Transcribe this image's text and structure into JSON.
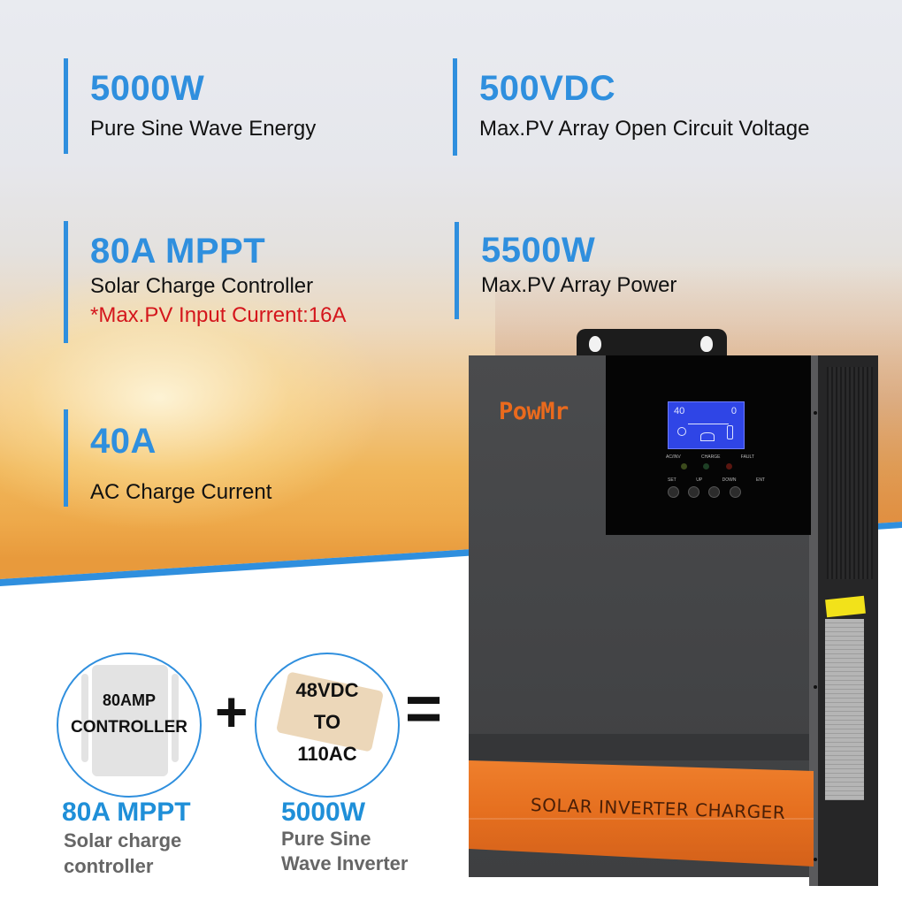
{
  "specs": [
    {
      "value": "5000W",
      "label": "Pure Sine Wave Energy"
    },
    {
      "value": "500VDC",
      "label": "Max.PV Array Open Circuit Voltage"
    },
    {
      "value": "80A MPPT",
      "label": "Solar Charge Controller",
      "note": "*Max.PV Input Current:16A"
    },
    {
      "value": "5500W",
      "label": "Max.PV Array Power"
    },
    {
      "value": "40A",
      "label": "AC Charge Current"
    }
  ],
  "combo": {
    "controller": {
      "circle_line1": "80AMP",
      "circle_line2": "CONTROLLER",
      "value": "80A MPPT",
      "label_line1": "Solar charge",
      "label_line2": "controller"
    },
    "plus": "+",
    "inverter": {
      "circle_line1": "48VDC",
      "circle_line2": "TO",
      "circle_line3": "110AC",
      "value": "5000W",
      "label_line1": "Pure Sine",
      "label_line2": "Wave Inverter"
    },
    "equals": "="
  },
  "device": {
    "brand": "PowMr",
    "front_label": "SOLAR INVERTER CHARGER",
    "lcd": {
      "left_readout": "40",
      "right_readout": "0"
    },
    "indicators": [
      "AC/INV",
      "CHARGE",
      "FAULT"
    ],
    "buttons": [
      "SET",
      "UP",
      "DOWN",
      "ENT"
    ]
  },
  "colors": {
    "accent_blue": "#2f8fde",
    "note_red": "#d4161c",
    "brand_orange": "#ea6a1d"
  }
}
